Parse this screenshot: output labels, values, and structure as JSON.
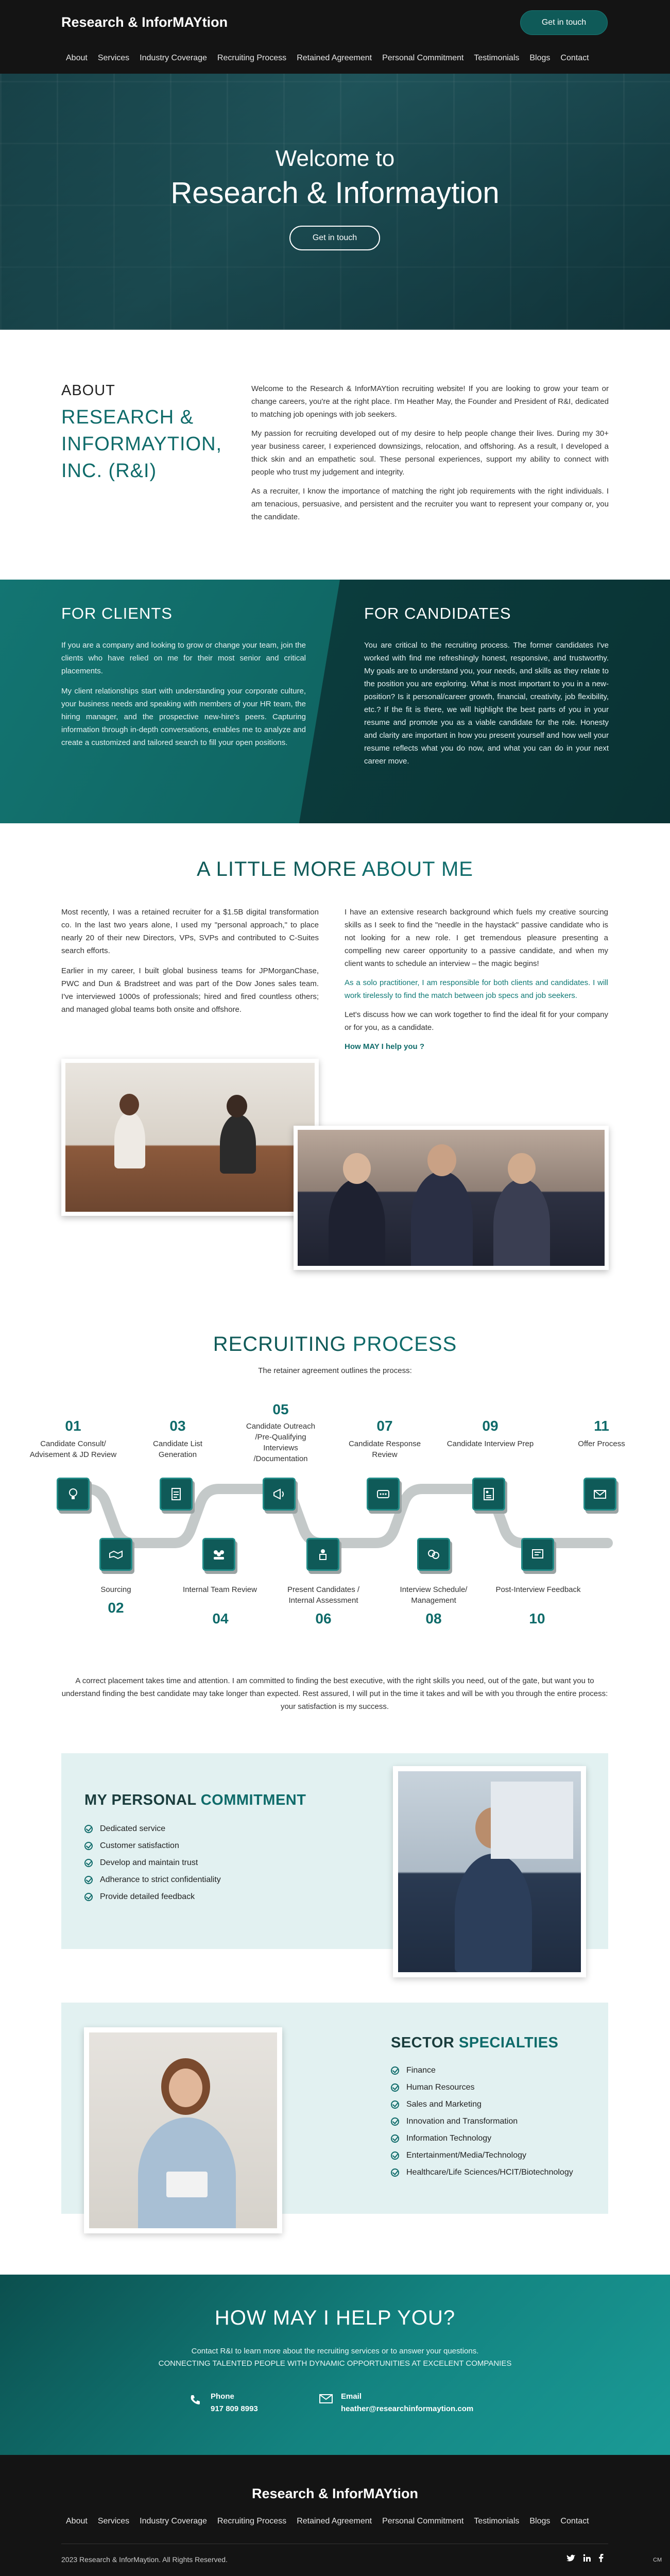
{
  "header": {
    "logo": "Research & InforMAYtion",
    "cta": "Get in touch",
    "nav": [
      "About",
      "Services",
      "Industry Coverage",
      "Recruiting Process",
      "Retained Agreement",
      "Personal Commitment",
      "Testimonials",
      "Blogs",
      "Contact"
    ]
  },
  "hero": {
    "welcome": "Welcome to",
    "title": "Research & Informaytion",
    "button": "Get in touch"
  },
  "about": {
    "label": "ABOUT",
    "title": "RESEARCH & INFORMAYTION, INC. (R&I)",
    "p1": "Welcome to the Research & InforMAYtion recruiting website! If you are looking to grow your team or change careers, you're at the right place. I'm Heather May, the Founder and President of R&I, dedicated to matching job openings with job seekers.",
    "p2": "My passion for recruiting developed out of my desire to help people change their lives. During my 30+ year business career, I experienced downsizings, relocation, and offshoring. As a result, I developed a thick skin and an empathetic soul. These personal experiences, support my ability to connect with people who trust my judgement and integrity.",
    "p3": "As a recruiter, I know the importance of matching the right job requirements with the right individuals. I am tenacious, persuasive, and persistent and the recruiter you want to represent your company or, you the candidate."
  },
  "clients": {
    "title": "FOR CLIENTS",
    "p1": "If you are a company and looking to grow or change your team, join the clients who have relied on me for their most senior and critical placements.",
    "p2": "My client relationships start with understanding your corporate culture, your business needs and speaking with members of your HR team, the hiring manager, and the prospective new-hire's peers. Capturing information through in-depth conversations, enables me to analyze and create a customized and tailored search to fill your open positions."
  },
  "candidates": {
    "title": "FOR CANDIDATES",
    "p1": "You are critical to the recruiting process. The former candidates I've worked with find me refreshingly honest, responsive, and trustworthy. My goals are to understand you, your needs, and skills as they relate to the position you are exploring. What is most important to you in a new-position? Is it personal/career growth, financial, creativity, job flexibility, etc.? If the fit is there, we will highlight the best parts of you in your resume and promote you as a viable candidate for the role. Honesty and clarity are important in how you present yourself and how well your resume reflects what you do now, and what you can do in your next career move."
  },
  "more": {
    "title_a": "A LITTLE MORE ",
    "title_b": "ABOUT ME",
    "l1": "Most recently, I was a retained recruiter for a $1.5B digital transformation co. In the last two years alone, I used my \"personal approach,\" to place nearly 20 of their new Directors, VPs, SVPs and contributed to C-Suites search efforts.",
    "l2": "Earlier in my career, I built global business teams for JPMorganChase, PWC and Dun & Bradstreet and was part of the Dow Jones sales team. I've interviewed 1000s of professionals; hired and fired countless others; and managed global teams both onsite and offshore.",
    "r1": "I have an extensive research background which fuels my creative sourcing skills as I seek to find the \"needle in the haystack\" passive candidate who is not looking for a new role. I get tremendous pleasure presenting a compelling new career opportunity to a passive candidate, and when my client wants to schedule an interview – the magic begins!",
    "r2": "As a solo practitioner, I am responsible for both clients and candidates. I will work tirelessly to find the match between job specs and job seekers.",
    "r3": "Let's discuss how we can work together to find the ideal fit for your company or for you, as a candidate.",
    "link": "How MAY I help you ?"
  },
  "process": {
    "title_a": "RECRUITING ",
    "title_b": "PROCESS",
    "subtitle": "The retainer agreement outlines the process:",
    "steps": [
      {
        "num": "01",
        "label": "Candidate Consult/ Advisement & JD Review",
        "icon": "lightbulb-icon"
      },
      {
        "num": "02",
        "label": "Sourcing",
        "icon": "handshake-icon"
      },
      {
        "num": "03",
        "label": "Candidate List Generation",
        "icon": "checklist-icon"
      },
      {
        "num": "04",
        "label": "Internal Team Review",
        "icon": "team-icon"
      },
      {
        "num": "05",
        "label": "Candidate Outreach /Pre-Qualifying Interviews /Documentation",
        "icon": "megaphone-icon"
      },
      {
        "num": "06",
        "label": "Present Candidates / Internal Assessment",
        "icon": "presenter-icon"
      },
      {
        "num": "07",
        "label": "Candidate Response Review",
        "icon": "chat-icon"
      },
      {
        "num": "08",
        "label": "Interview Schedule/ Management",
        "icon": "interview-icon"
      },
      {
        "num": "09",
        "label": "Candidate Interview Prep",
        "icon": "resume-icon"
      },
      {
        "num": "10",
        "label": "Post-Interview Feedback",
        "icon": "feedback-icon"
      },
      {
        "num": "11",
        "label": "Offer Process",
        "icon": "envelope-icon"
      }
    ],
    "paragraph": "A correct placement takes time and attention. I am committed to finding the best executive, with the right skills you need, out of the gate, but want you to understand finding the best candidate may take longer than expected. Rest assured, I will put in the time it takes and will be with you through the entire process: your satisfaction is my success."
  },
  "commitment": {
    "title_a": "MY PERSONAL ",
    "title_b": "COMMITMENT",
    "items": [
      "Dedicated service",
      "Customer satisfaction",
      "Develop and maintain trust",
      "Adherance to strict confidentiality",
      "Provide detailed feedback"
    ]
  },
  "specialties": {
    "title_a": "SECTOR ",
    "title_b": "SPECIALTIES",
    "items": [
      "Finance",
      "Human Resources",
      "Sales and Marketing",
      "Innovation and Transformation",
      "Information Technology",
      "Entertainment/Media/Technology",
      "Healthcare/Life Sciences/HCIT/Biotechnology"
    ]
  },
  "cta": {
    "title": "HOW MAY I HELP YOU?",
    "line1": "Contact R&I to learn more about the recruiting services or to answer your questions.",
    "line2": "CONNECTING TALENTED PEOPLE WITH DYNAMIC OPPORTUNITIES AT EXCELENT COMPANIES",
    "phone_label": "Phone",
    "phone": "917 809 8993",
    "email_label": "Email",
    "email": "heather@researchinformaytion.com"
  },
  "footer": {
    "logo": "Research & InforMAYtion",
    "nav": [
      "About",
      "Services",
      "Industry Coverage",
      "Recruiting Process",
      "Retained Agreement",
      "Personal Commitment",
      "Testimonials",
      "Blogs",
      "Contact"
    ],
    "copyright": "2023 Research & InforMaytion. All Rights Reserved.",
    "social": [
      "twitter-icon",
      "linkedin-icon",
      "facebook-icon"
    ],
    "badge": "CM"
  },
  "colors": {
    "teal": "#0f6b6a",
    "dark": "#141414",
    "light_band": "#e2f1f1"
  }
}
